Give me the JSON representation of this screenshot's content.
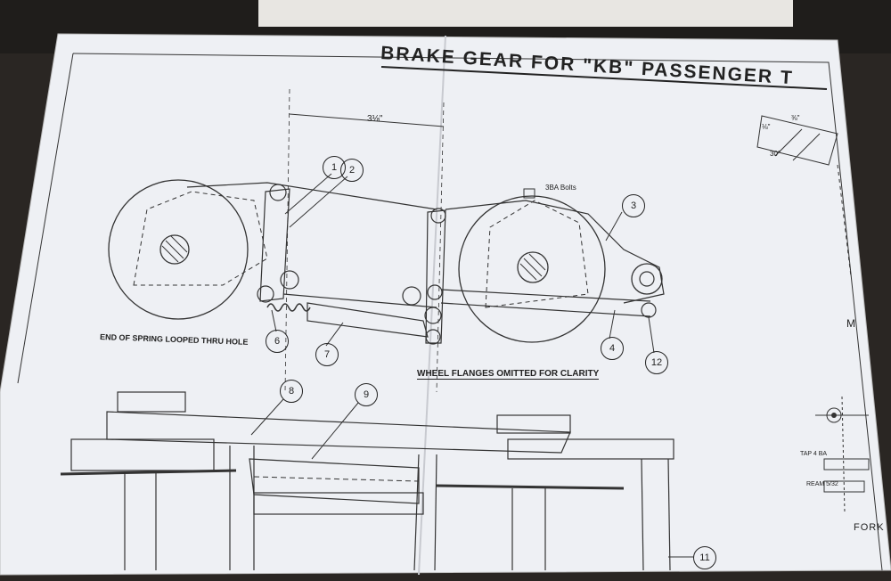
{
  "title": "BRAKE GEAR FOR \"KB\" PASSENGER T",
  "dimensions": {
    "top_span": "3⅛\"",
    "bolts": "3BA Bolts",
    "tap": "TAP 4 BA",
    "ream": "REAM 5/32",
    "small_a": "⅛\"",
    "small_b": "⅜\"",
    "angle": "30°"
  },
  "notes": {
    "spring": "END OF SPRING LOOPED THRU HOLE",
    "flanges": "WHEEL FLANGES OMITTED FOR CLARITY"
  },
  "side_labels": {
    "m": "M",
    "fork": "FORK"
  },
  "parts": [
    "1",
    "2",
    "3",
    "4",
    "6",
    "7",
    "8",
    "9",
    "11",
    "12"
  ]
}
